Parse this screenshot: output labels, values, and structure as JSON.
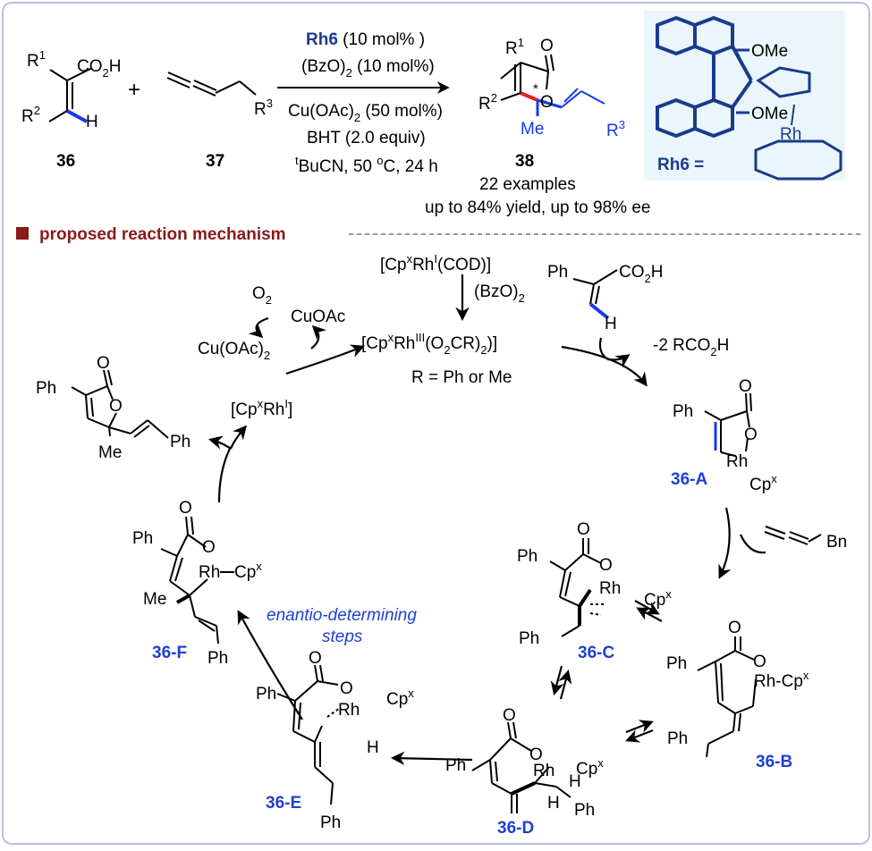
{
  "colors": {
    "frame": "#b9bde0",
    "rh6_bg": "#eaf6fb",
    "structure_blue": "#1a3b8c",
    "label_blue": "#1f3fd6",
    "heading_red": "#8b1a1a",
    "bond_red": "#e2231a",
    "bond_blue": "#1a39e8"
  },
  "scheme": {
    "r1": "R",
    "r1_sup": "1",
    "co2h": "CO",
    "co2h_sub": "2",
    "co2h_tail": "H",
    "r2": "R",
    "r2_sup": "2",
    "h": "H",
    "plus": "+",
    "r3": "R",
    "r3_sup": "3",
    "c36": "36",
    "c37": "37",
    "c38": "38",
    "cond_rh6": "Rh6",
    "cond_rh6_tail": " (10 mol% )",
    "cond_bzo": "(BzO)",
    "cond_bzo_sub": "2",
    "cond_bzo_tail": " (10 mol%)",
    "cond_cu": "Cu(OAc)",
    "cond_cu_sub": "2",
    "cond_cu_tail": " (50 mol%)",
    "cond_bht": "BHT (2.0 equiv)",
    "cond_solv_sup": "t",
    "cond_solv": "BuCN, 50 ",
    "cond_solv_o": "o",
    "cond_solv_tail": "C, 24 h",
    "p_r1": "R",
    "p_r1_sup": "1",
    "p_o_carbonyl": "O",
    "p_o_ring": "O",
    "p_r2": "R",
    "p_r2_sup": "2",
    "p_star": "*",
    "p_me": "Me",
    "p_r3": "R",
    "p_r3_sup": "3",
    "examples": "22 examples",
    "yield_ee": "up to 84% yield, up to 98% ee",
    "rh6_label": "Rh6 =",
    "rh6_ome1": "OMe",
    "rh6_ome2": "OMe",
    "rh6_rh": "Rh"
  },
  "mechanism": {
    "heading": "proposed reaction mechanism",
    "precat_a": "[Cp",
    "precat_a_sup": "x",
    "precat_b": "Rh",
    "precat_b_sup": "I",
    "precat_c": "(COD)]",
    "bzo": "(BzO)",
    "bzo_sub": "2",
    "active_a": "[Cp",
    "active_a_sup": "x",
    "active_b": "Rh",
    "active_b_sup": "III",
    "active_c": "(O",
    "active_c_sub": "2",
    "active_d": "CR)",
    "active_d_sub": "2",
    "active_e": ")]",
    "r_def": "R = Ph or Me",
    "o2": "O",
    "o2_sub": "2",
    "cuoac": "CuOAc",
    "cuoac2": "Cu(OAc)",
    "cuoac2_sub": "2",
    "rh1_a": "[Cp",
    "rh1_a_sup": "x",
    "rh1_b": "Rh",
    "rh1_b_sup": "I",
    "rh1_c": "]",
    "acid_ph": "Ph",
    "acid_co2h": "CO",
    "acid_co2h_sub": "2",
    "acid_co2h_tail": "H",
    "acid_h": "H",
    "minus_acid": "-2 RCO",
    "minus_acid_sub": "2",
    "minus_acid_tail": "H",
    "allene_bn": "Bn",
    "enantio_1": "enantio-determining",
    "enantio_2": "steps",
    "prod_ph1": "Ph",
    "prod_o1": "O",
    "prod_o2": "O",
    "prod_ph2": "Ph",
    "prod_me": "Me",
    "A": {
      "label": "36-A",
      "ph": "Ph",
      "o1": "O",
      "o2": "O",
      "rh": "Rh",
      "cp": "Cp",
      "cp_sup": "x"
    },
    "B": {
      "label": "36-B",
      "ph": "Ph",
      "o1": "O",
      "o2": "O",
      "rh": "Rh-Cp",
      "cp_sup": "x",
      "ph2": "Ph"
    },
    "C": {
      "label": "36-C",
      "ph": "Ph",
      "o1": "O",
      "o2": "O",
      "rh": "Rh",
      "cp": "Cp",
      "cp_sup": "x",
      "ph2": "Ph"
    },
    "D": {
      "label": "36-D",
      "ph": "Ph",
      "o1": "O",
      "o2": "O",
      "rh": "Rh",
      "cp": "Cp",
      "cp_sup": "x",
      "h1": "H",
      "h2": "H",
      "ph2": "Ph"
    },
    "E": {
      "label": "36-E",
      "ph": "Ph",
      "o1": "O",
      "o2": "O",
      "rh": "Rh",
      "cp": "Cp",
      "cp_sup": "x",
      "h": "H",
      "ph2": "Ph"
    },
    "F": {
      "label": "36-F",
      "ph": "Ph",
      "o1": "O",
      "o2": "O",
      "rh": "Rh",
      "cp": "Cp",
      "cp_sup": "x",
      "me": "Me",
      "ph2": "Ph"
    }
  }
}
